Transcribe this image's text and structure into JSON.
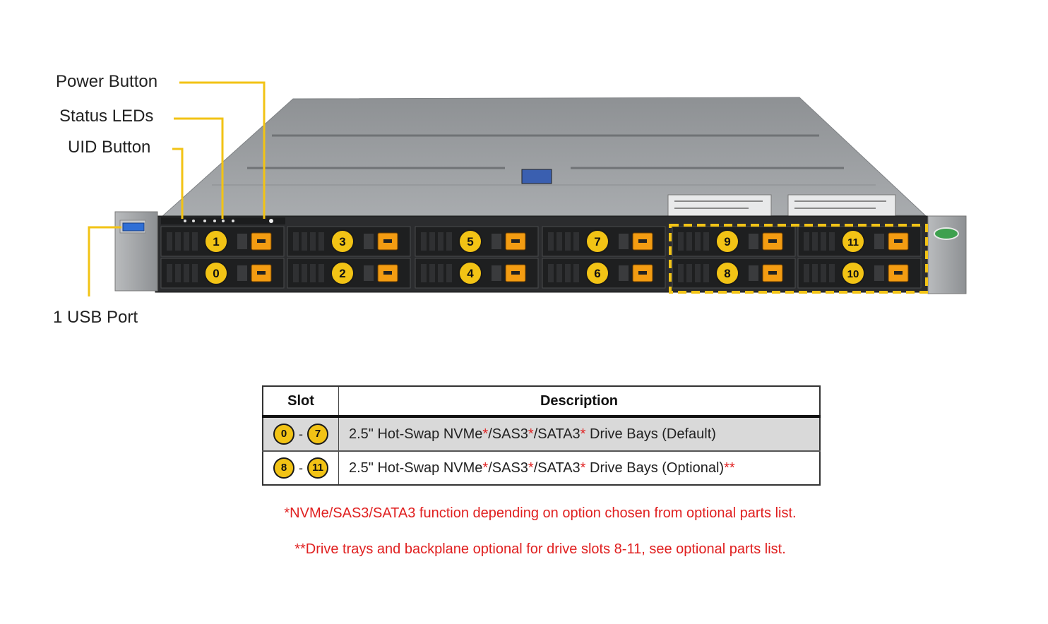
{
  "callouts": {
    "power_button": "Power Button",
    "status_leds": "Status LEDs",
    "uid_button": "UID Button",
    "usb_port": "1 USB Port"
  },
  "drive_bays": {
    "top_row": [
      "1",
      "3",
      "5",
      "7",
      "9",
      "11"
    ],
    "bottom_row": [
      "0",
      "2",
      "4",
      "6",
      "8",
      "10"
    ],
    "optional_slots_outline": "8-11"
  },
  "table": {
    "headers": {
      "slot": "Slot",
      "description": "Description"
    },
    "rows": [
      {
        "slot_from": "0",
        "slot_sep": "-",
        "slot_to": "7",
        "desc_a": "2.5\" Hot-Swap NVMe",
        "star1": "*",
        "desc_b": "/SAS3",
        "star2": "*",
        "desc_c": "/SATA3",
        "star3": "*",
        "desc_d": " Drive Bays (Default)",
        "tail": ""
      },
      {
        "slot_from": "8",
        "slot_sep": "-",
        "slot_to": "11",
        "desc_a": "2.5\" Hot-Swap NVMe",
        "star1": "*",
        "desc_b": "/SAS3",
        "star2": "*",
        "desc_c": "/SATA3",
        "star3": "*",
        "desc_d": " Drive Bays (Optional)",
        "tail": "**"
      }
    ]
  },
  "notes": {
    "note1": "*NVMe/SAS3/SATA3 function depending on option chosen from optional parts list.",
    "note2": "**Drive trays and backplane optional for drive slots 8-11, see optional parts list."
  },
  "colors": {
    "callout_line": "#f2c315",
    "badge": "#f2c315",
    "tray_latch": "#f39c12",
    "chassis": "#9a9da0",
    "footnote_red": "#e02020"
  }
}
